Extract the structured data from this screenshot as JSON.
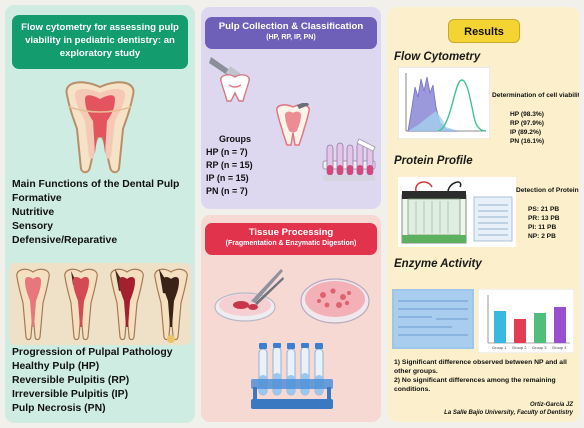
{
  "left_panel": {
    "title": "Flow cytometry for assessing pulp viability in pediatric dentistry: an exploratory study",
    "functions_heading": "Main Functions of the Dental Pulp",
    "functions": [
      "Formative",
      "Nutritive",
      "Sensory",
      "Defensive/Reparative"
    ],
    "pathology_heading": "Progression of Pulpal Pathology",
    "pathologies": [
      "Healthy Pulp (HP)",
      "Reversible Pulpitis (RP)",
      "Irreversible Pulpitis (IP)",
      "Pulp Necrosis (PN)"
    ]
  },
  "collection_panel": {
    "title": "Pulp Collection & Classification",
    "subtitle": "(HP, RP, IP, PN)",
    "groups_heading": "Groups",
    "groups": [
      "HP  (n = 7)",
      "RP  (n = 15)",
      "IP   (n = 15)",
      "PN  (n = 7)"
    ]
  },
  "tissue_panel": {
    "title": "Tissue Processing",
    "subtitle": "(Fragmentation & Enzymatic Digestion)"
  },
  "results_panel": {
    "title": "Results",
    "flow_heading": "Flow Cytometry",
    "flow_text_heading": "Determination of cell viability %",
    "flow_values": [
      "HP (98.3%)",
      "RP (97.9%)",
      "IP  (89.2%)",
      "PN  (16.1%)"
    ],
    "protein_heading": "Protein Profile",
    "protein_text_heading": "Detection of Protein Bands (PB)",
    "protein_values": [
      "PS: 21 PB",
      "PR: 13 PB",
      "PI: 11 PB",
      "NP: 2 PB"
    ],
    "enzyme_heading": "Enzyme Activity",
    "notes": [
      "1) Significant difference observed between NP and all other groups.",
      "2) No significant differences among the remaining conditions."
    ],
    "author": "Ortiz-García JZ",
    "affiliation": "La Salle Bajío University, Faculty of Dentistry"
  },
  "colors": {
    "left_bg": "#cfece3",
    "left_title": "#139c6d",
    "collect_bg": "#ddd8f0",
    "collect_title": "#6e5fb8",
    "tissue_bg": "#f7d9d4",
    "tissue_title": "#e2334d",
    "results_bg": "#fbf0cb",
    "results_title": "#f3d433"
  }
}
